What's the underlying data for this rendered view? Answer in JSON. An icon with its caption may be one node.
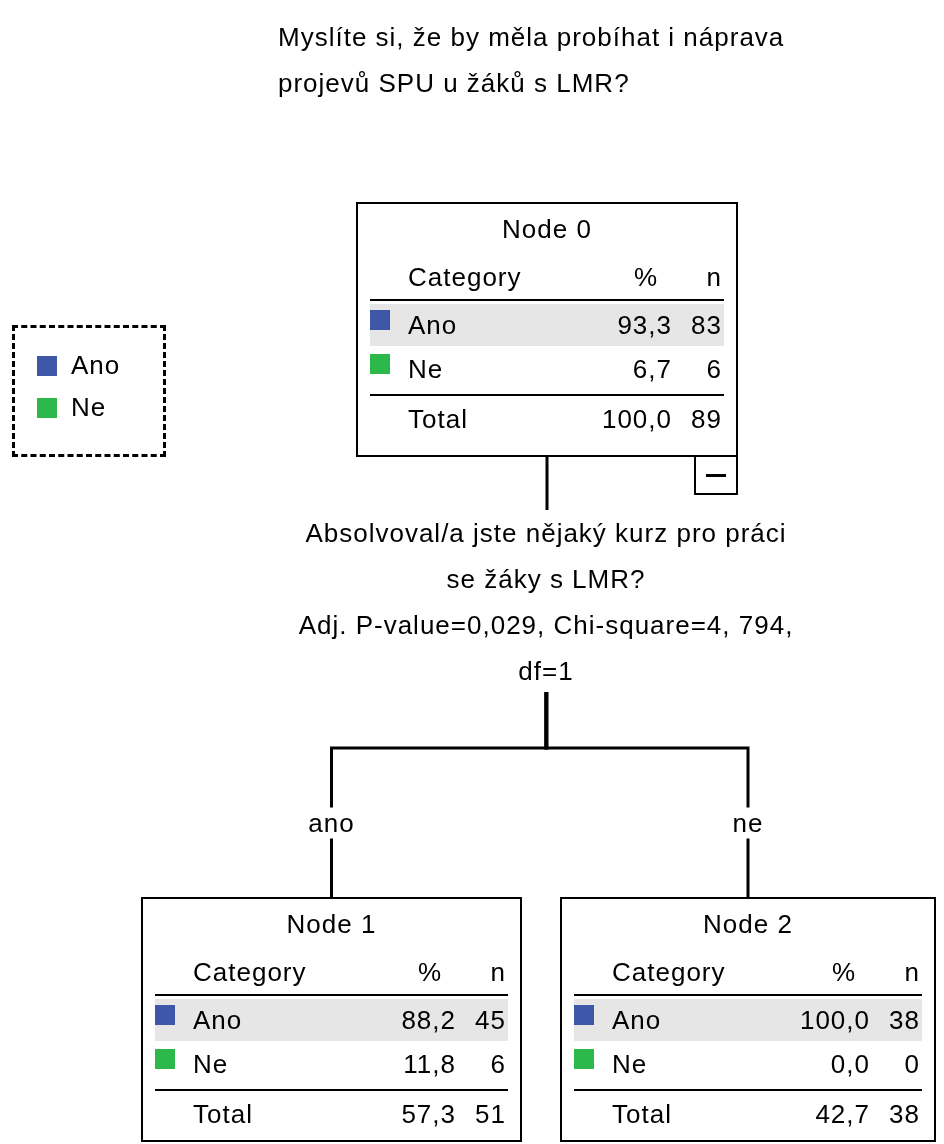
{
  "diagram": {
    "title": "Myslíte si, že by měla probíhat i náprava projevů SPU u žáků s LMR?",
    "nodes": [
      {
        "text": [
          "Node 0",
          "Category",
          "%",
          "n",
          "Ano",
          "93,3",
          "83",
          "Ne",
          "6,7",
          "6",
          "Total",
          "100,0",
          "89"
        ]
      },
      {
        "text": [
          "Absolvoval/a jste nějaký kurz pro práci se žáky s LMR?",
          "Adj. P-value=0,029, Chi-square=4, 794, df=1"
        ]
      },
      {
        "text": [
          "Node 1",
          "Category",
          "%",
          "n",
          "Ano",
          "88,2",
          "45",
          "Ne",
          "11,8",
          "6",
          "Total",
          "57,3",
          "51"
        ]
      },
      {
        "text": [
          "Node 2",
          "Category",
          "%",
          "n",
          "Ano",
          "100,0",
          "38",
          "Ne",
          "0,0",
          "0",
          "Total",
          "42,7",
          "38"
        ]
      }
    ],
    "edges": [
      {
        "from": 0,
        "to": 1,
        "arrow": "none"
      },
      {
        "from": 1,
        "to": 2,
        "arrow": "none",
        "label": "ano"
      },
      {
        "from": 1,
        "to": 3,
        "arrow": "none",
        "label": "ne"
      }
    ],
    "legend": [
      {
        "text": "Ano",
        "color": "#3f57a8"
      },
      {
        "text": "Ne",
        "color": "#2db84b"
      }
    ]
  }
}
